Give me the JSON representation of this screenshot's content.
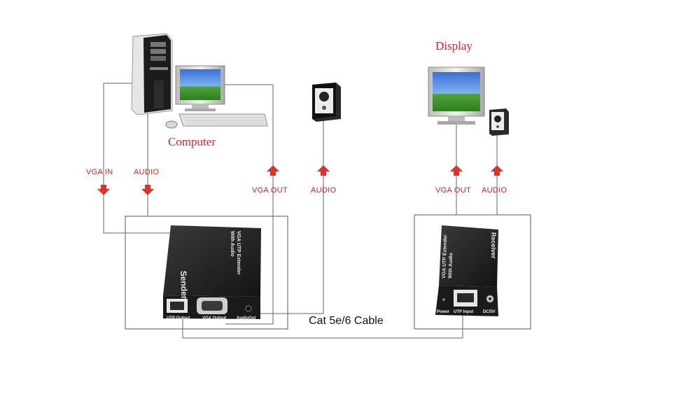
{
  "labels": {
    "computer": "Computer",
    "display": "Display",
    "vga_in": "VGA IN",
    "audio_in": "AUDIO",
    "vga_out_sender": "VGA OUT",
    "audio_sender": "AUDIO",
    "vga_out_receiver": "VGA OUT",
    "audio_receiver": "AUDIO",
    "cable": "Cat 5e/6 Cable"
  },
  "sender": {
    "side_label": "Sender",
    "top_line1": "VGA UTP Extender",
    "top_line2": "With Audio",
    "port_utp": "UTP Output",
    "port_vga": "VGA Output",
    "port_audio": "AudioOut"
  },
  "receiver": {
    "side_label": "Receiver",
    "top_line1": "VGA UTP Extender",
    "top_line2": "With Audio",
    "port_power": "Power",
    "port_utp": "UTP Input",
    "port_dc": "DC/5V"
  },
  "colors": {
    "arrow": "#d8352f",
    "line": "#666666",
    "label": "#c0282a",
    "device": "#1d1d1d"
  }
}
